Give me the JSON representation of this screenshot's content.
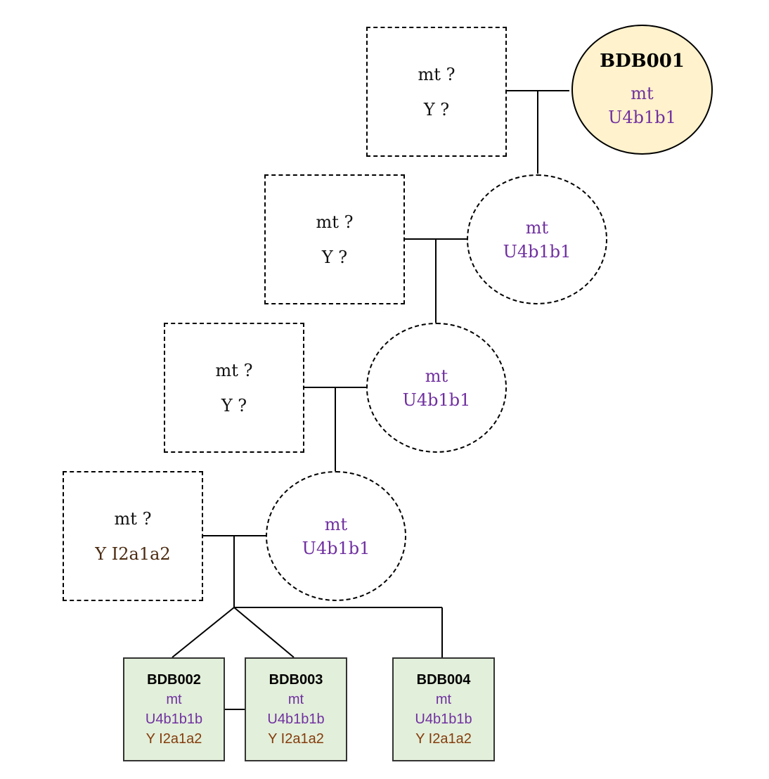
{
  "colors": {
    "mt": "#7030a0",
    "y_haplogroup": "#4a2a10",
    "y_haplogroup_child": "#843c0c",
    "founder_fill": "#fff2cc",
    "child_fill": "#e2efda"
  },
  "founder": {
    "id": "BDB001",
    "mt_label": "mt",
    "mt_value": "U4b1b1"
  },
  "ancestors": [
    {
      "male": {
        "mt": "mt ?",
        "y": "Y ?"
      },
      "female": {
        "mt_label": "mt",
        "mt_value": "U4b1b1"
      }
    },
    {
      "male": {
        "mt": "mt ?",
        "y": "Y ?"
      },
      "female": {
        "mt_label": "mt",
        "mt_value": "U4b1b1"
      }
    },
    {
      "male": {
        "mt": "mt ?",
        "y": "Y ?"
      },
      "female": {
        "mt_label": "mt",
        "mt_value": "U4b1b1"
      }
    },
    {
      "male": {
        "mt": "mt ?",
        "y": "Y I2a1a2"
      },
      "female": {
        "mt_label": "mt",
        "mt_value": "U4b1b1"
      }
    }
  ],
  "children": [
    {
      "id": "BDB002",
      "mt_label": "mt",
      "mt_value": "U4b1b1b",
      "y": "Y I2a1a2"
    },
    {
      "id": "BDB003",
      "mt_label": "mt",
      "mt_value": "U4b1b1b",
      "y": "Y I2a1a2"
    },
    {
      "id": "BDB004",
      "mt_label": "mt",
      "mt_value": "U4b1b1b",
      "y": "Y I2a1a2"
    }
  ]
}
